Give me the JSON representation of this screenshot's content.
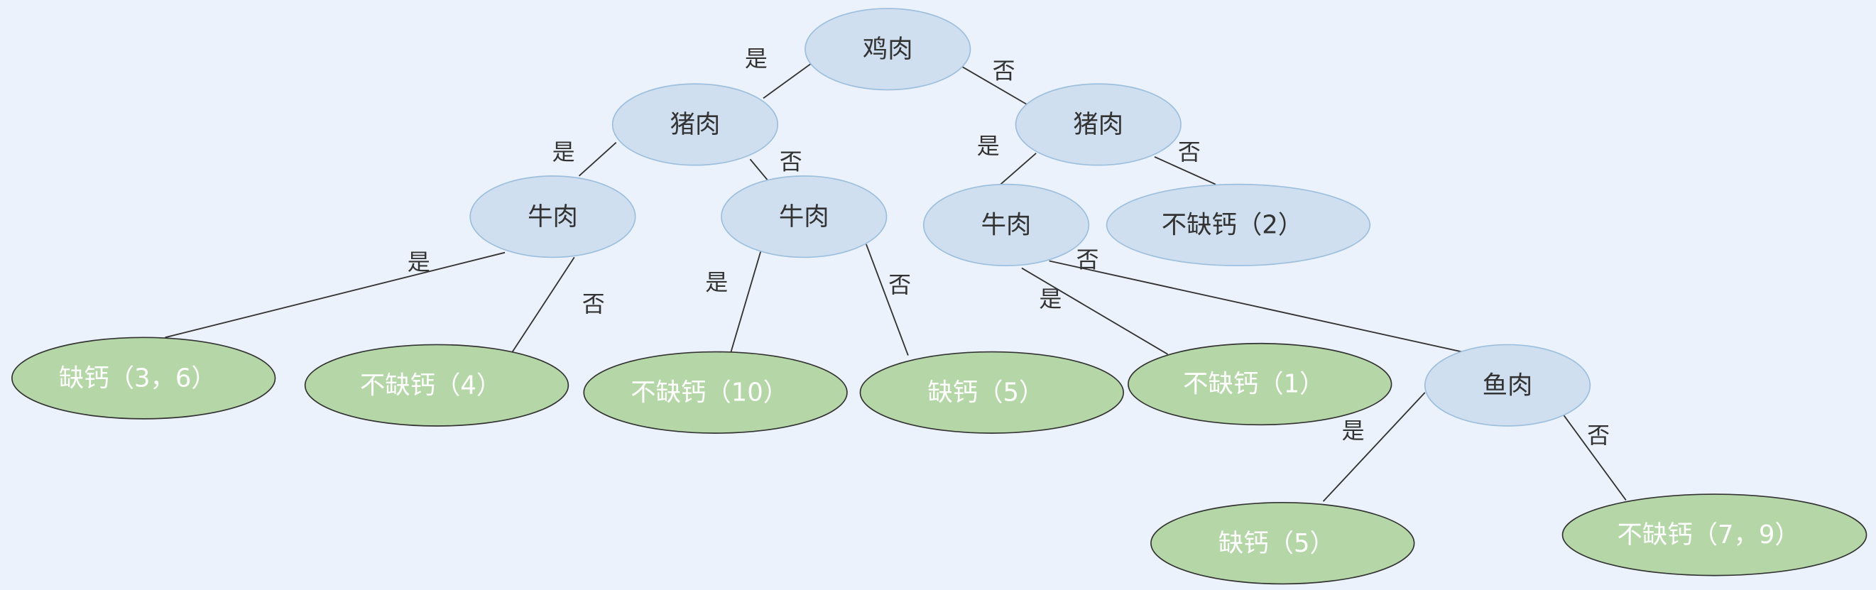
{
  "nodes": {
    "root": "鸡肉",
    "pork_left": "猪肉",
    "pork_right": "猪肉",
    "beef_1": "牛肉",
    "beef_2": "牛肉",
    "beef_3": "牛肉",
    "fish": "鱼肉",
    "leaf_no_def_2": "不缺钙（2）",
    "leaf_def_3_6": "缺钙（3，6）",
    "leaf_no_def_4": "不缺钙（4）",
    "leaf_no_def_10": "不缺钙（10）",
    "leaf_def_5a": "缺钙（5）",
    "leaf_no_def_1": "不缺钙（1）",
    "leaf_def_5b": "缺钙（5）",
    "leaf_no_def_7_9": "不缺钙（7，9）"
  },
  "edges": {
    "yes": "是",
    "no": "否"
  },
  "colors": {
    "background": "#ebf2fb",
    "decision_fill": "#cfdfef",
    "leaf_fill": "#b5d7a7"
  }
}
